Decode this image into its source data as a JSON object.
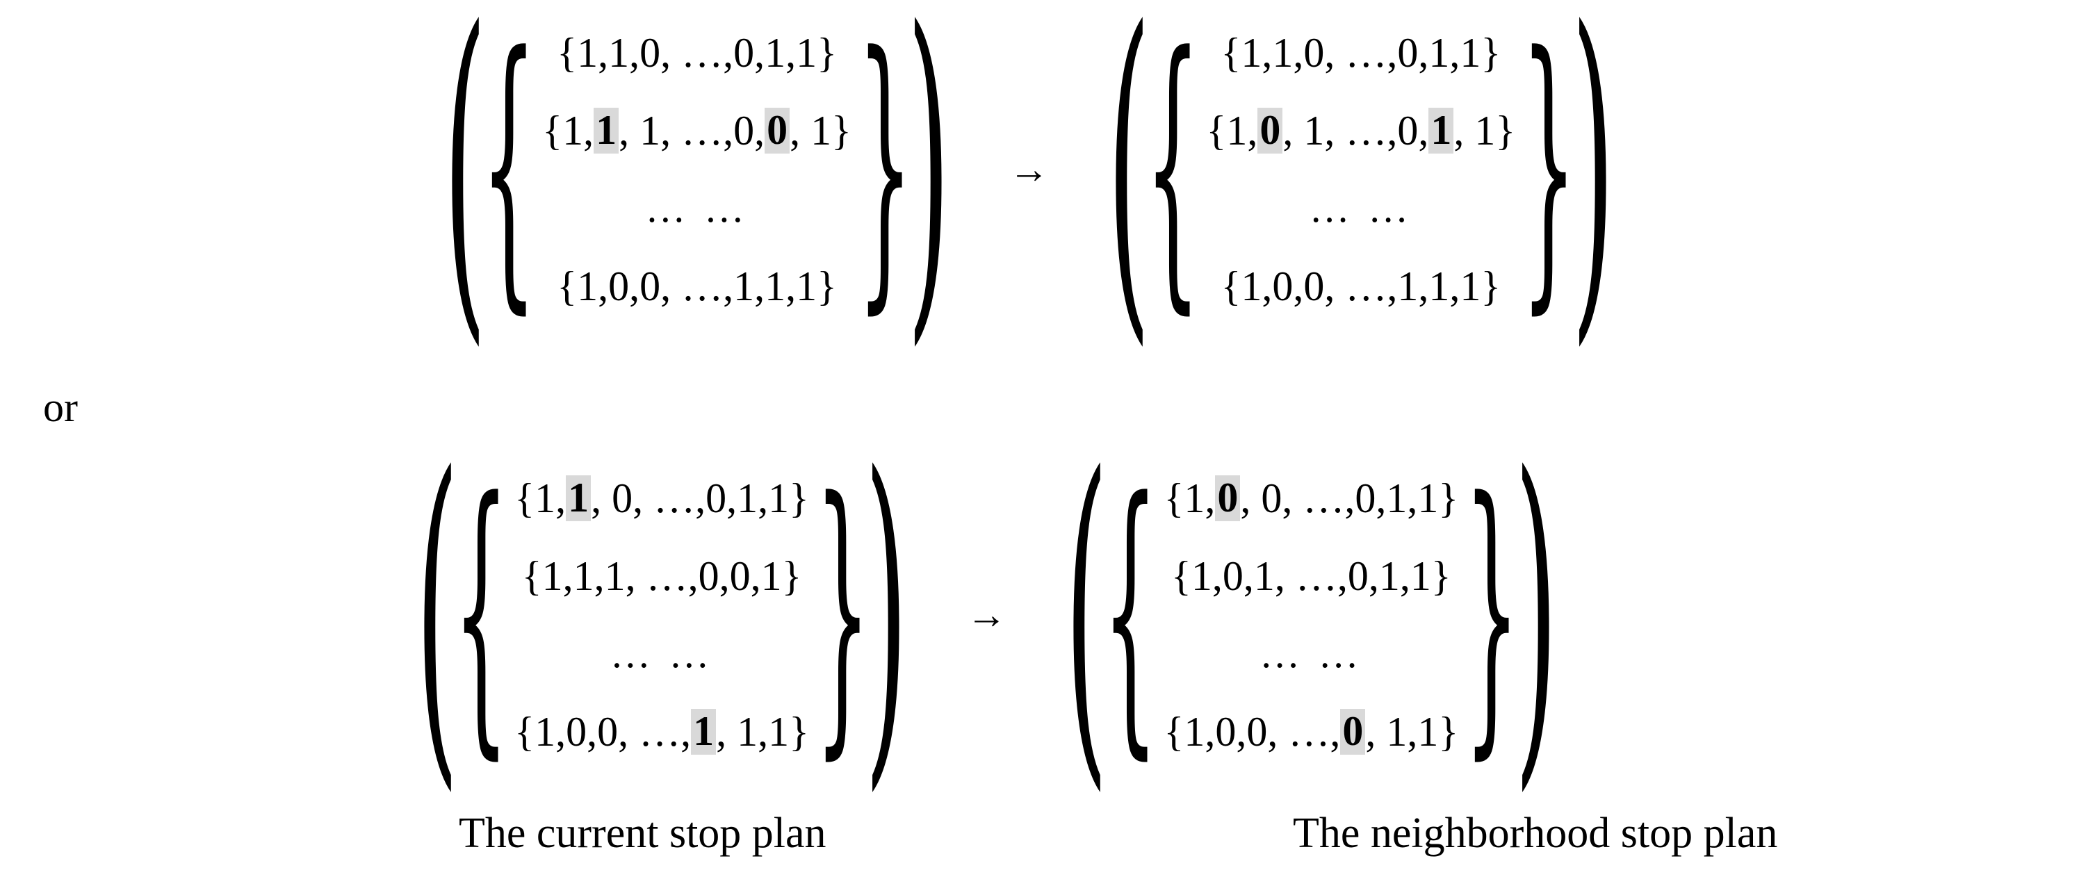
{
  "figure": {
    "or_label": "or",
    "arrow_glyph": "→"
  },
  "captions": {
    "left": "The current stop plan",
    "right": "The neighborhood stop plan"
  },
  "matrices": {
    "top_left": {
      "name": "current-stop-plan-variant-1",
      "rows": [
        {
          "parts": [
            {
              "t": "{1,1,0, …,0,1,1}",
              "hl": false
            }
          ]
        },
        {
          "parts": [
            {
              "t": "{1, ",
              "hl": false
            },
            {
              "t": "1",
              "hl": true
            },
            {
              "t": ", 1, …,0, ",
              "hl": false
            },
            {
              "t": "0",
              "hl": true
            },
            {
              "t": ", 1}",
              "hl": false
            }
          ]
        },
        {
          "parts": [
            {
              "t": "… …",
              "hl": false
            }
          ],
          "dots": true
        },
        {
          "parts": [
            {
              "t": "{1,0,0, …,1,1,1}",
              "hl": false
            }
          ]
        }
      ]
    },
    "top_right": {
      "name": "neighborhood-stop-plan-variant-1",
      "rows": [
        {
          "parts": [
            {
              "t": "{1,1,0, …,0,1,1}",
              "hl": false
            }
          ]
        },
        {
          "parts": [
            {
              "t": "{1, ",
              "hl": false
            },
            {
              "t": "0",
              "hl": true
            },
            {
              "t": ", 1, …,0, ",
              "hl": false
            },
            {
              "t": "1",
              "hl": true
            },
            {
              "t": ", 1}",
              "hl": false
            }
          ]
        },
        {
          "parts": [
            {
              "t": "… …",
              "hl": false
            }
          ],
          "dots": true
        },
        {
          "parts": [
            {
              "t": "{1,0,0, …,1,1,1}",
              "hl": false
            }
          ]
        }
      ]
    },
    "bottom_left": {
      "name": "current-stop-plan-variant-2",
      "rows": [
        {
          "parts": [
            {
              "t": "{1, ",
              "hl": false
            },
            {
              "t": "1",
              "hl": true
            },
            {
              "t": ", 0, …,0,1,1}",
              "hl": false
            }
          ]
        },
        {
          "parts": [
            {
              "t": "{1,1,1, …,0,0,1}",
              "hl": false
            }
          ]
        },
        {
          "parts": [
            {
              "t": "… …",
              "hl": false
            }
          ],
          "dots": true
        },
        {
          "parts": [
            {
              "t": "{1,0,0, …, ",
              "hl": false
            },
            {
              "t": "1",
              "hl": true
            },
            {
              "t": ", 1,1}",
              "hl": false
            }
          ]
        }
      ]
    },
    "bottom_right": {
      "name": "neighborhood-stop-plan-variant-2",
      "rows": [
        {
          "parts": [
            {
              "t": "{1, ",
              "hl": false
            },
            {
              "t": "0",
              "hl": true
            },
            {
              "t": ", 0, …,0,1,1}",
              "hl": false
            }
          ]
        },
        {
          "parts": [
            {
              "t": "{1,0,1, …,0,1,1}",
              "hl": false
            }
          ]
        },
        {
          "parts": [
            {
              "t": "… …",
              "hl": false
            }
          ],
          "dots": true
        },
        {
          "parts": [
            {
              "t": "{1,0,0, …, ",
              "hl": false
            },
            {
              "t": "0",
              "hl": true
            },
            {
              "t": ", 1,1}",
              "hl": false
            }
          ]
        }
      ]
    }
  },
  "colors": {
    "highlight_background": "#d9d9d9",
    "text": "#000000",
    "page_background": "#ffffff"
  }
}
